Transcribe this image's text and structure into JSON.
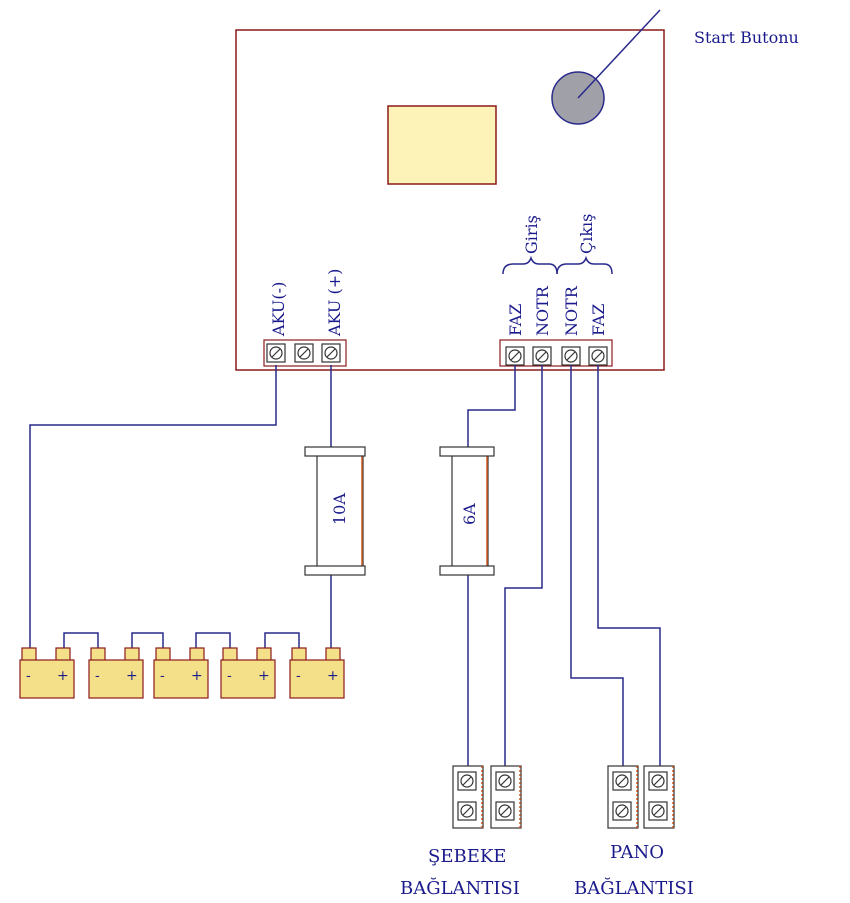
{
  "labels": {
    "start_button": "Start Butonu",
    "aku_minus": "AKU(-)",
    "aku_plus": "AKU (+)",
    "giris": "Giriş",
    "cikis": "Çıkış",
    "faz": "FAZ",
    "notr": "NOTR",
    "fuse_10a": "10A",
    "fuse_6a": "6A",
    "sebeke_line1": "ŞEBEKE",
    "sebeke_line2": "BAĞLANTISI",
    "pano_line1": "PANO",
    "pano_line2": "BAĞLANTISI",
    "minus": "-",
    "plus": "+"
  },
  "colors": {
    "wire": "#2a2a8c",
    "text": "#1a1a8c",
    "board_outline": "#8b1a1a",
    "display_fill": "#fdf2b8",
    "battery_fill": "#f5e08a",
    "button_fill": "#a0a0a8"
  },
  "battery_count": 5
}
